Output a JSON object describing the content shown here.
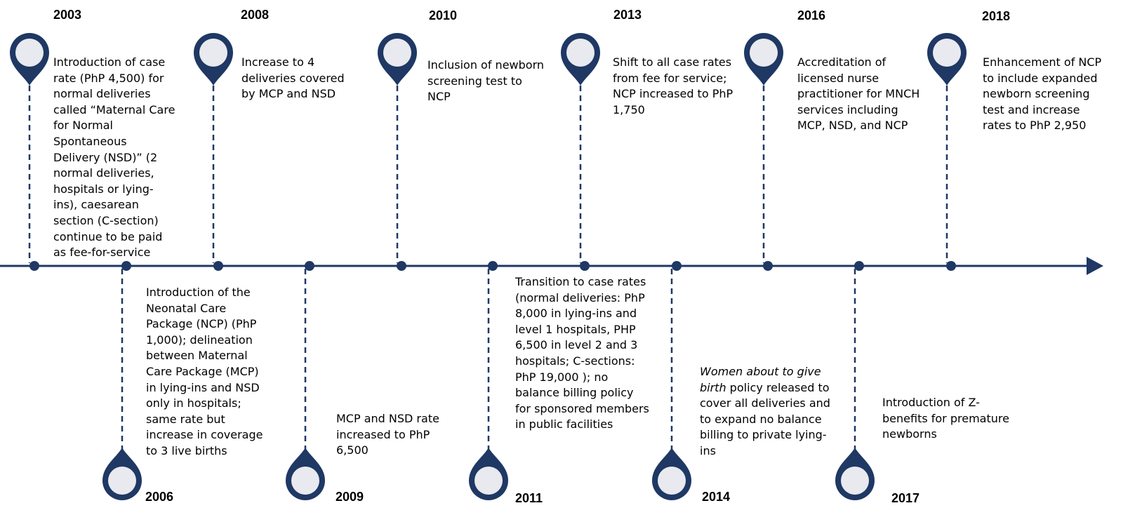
{
  "colors": {
    "axis": "#1f3864",
    "pin_top": "#1f3864",
    "pin_bottom": "#1f3864",
    "pin_face": "#e8eaef",
    "dash": "#1f3864"
  },
  "events": [
    {
      "year": "2003",
      "side": "top",
      "text": "Introduction of case rate (PhP 4,500) for normal deliveries called “Maternal Care for Normal Spontaneous Delivery (NSD)” (2 normal deliveries, hospitals or lying-ins), caesarean section (C-section) continue to be paid as fee-for-service"
    },
    {
      "year": "2006",
      "side": "bottom",
      "text": "Introduction of the Neonatal Care Package (NCP) (PhP 1,000); delineation between Maternal Care Package (MCP) in lying-ins and NSD only in hospitals; same rate but increase in coverage to 3 live births"
    },
    {
      "year": "2008",
      "side": "top",
      "text": "Increase to 4 deliveries covered by MCP and NSD"
    },
    {
      "year": "2009",
      "side": "bottom",
      "text": "MCP and NSD rate increased to PhP 6,500"
    },
    {
      "year": "2010",
      "side": "top",
      "text": "Inclusion of newborn screening test to NCP"
    },
    {
      "year": "2011",
      "side": "bottom",
      "text": "Transition to case rates (normal deliveries: PhP 8,000 in lying-ins and level 1 hospitals, PHP 6,500 in level 2 and 3 hospitals; C-sections: PhP 19,000 ); no balance billing policy for sponsored members in public facilities"
    },
    {
      "year": "2013",
      "side": "top",
      "text": "Shift to all case rates from fee for service; NCP increased to PhP 1,750"
    },
    {
      "year": "2014",
      "side": "bottom",
      "text_italic": "Women about to give birth",
      "text": " policy released to cover all deliveries and to expand no balance billing to private lying-ins"
    },
    {
      "year": "2016",
      "side": "top",
      "text": "Accreditation of licensed nurse practitioner for MNCH services including MCP, NSD, and NCP"
    },
    {
      "year": "2017",
      "side": "bottom",
      "text": "Introduction of Z-benefits for premature newborns"
    },
    {
      "year": "2018",
      "side": "top",
      "text": "Enhancement of NCP to include expanded newborn screening test and increase rates to PhP 2,950"
    }
  ]
}
